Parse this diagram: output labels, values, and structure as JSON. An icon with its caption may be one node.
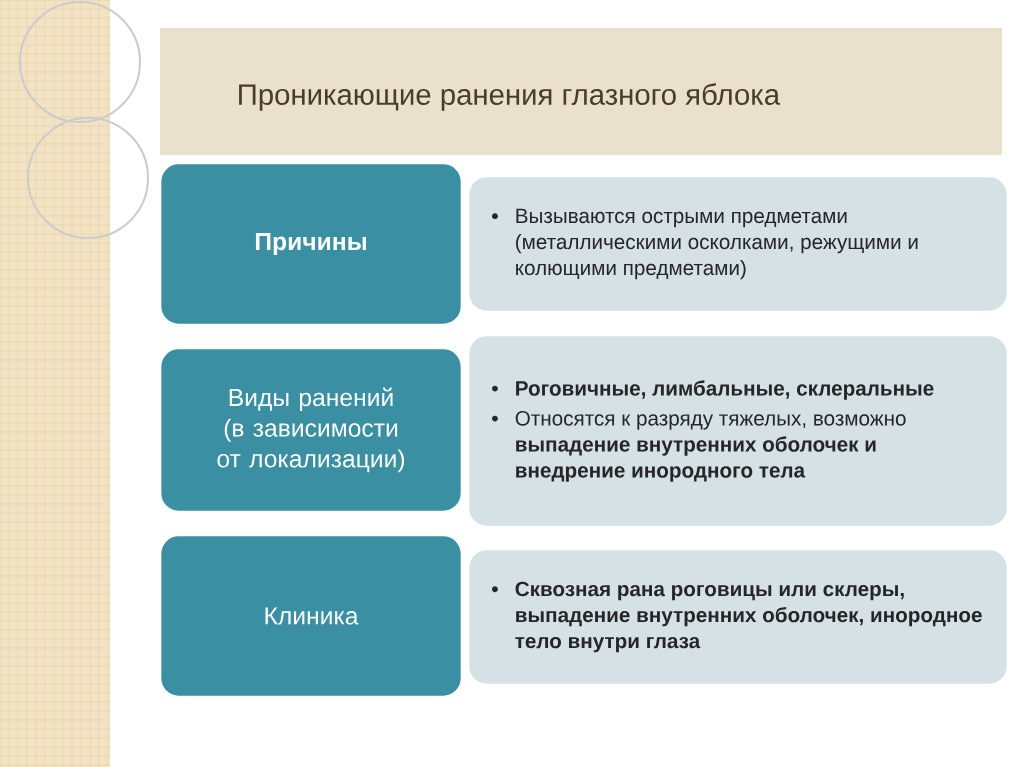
{
  "diagram": {
    "title": "Проникающие ранения глазного яблока",
    "nodes": [
      {
        "text": [
          "Причины"
        ]
      },
      {
        "text": [
          "Вызываются острыми предметами (металлическими осколками, режущими и колющими предметами)"
        ]
      },
      {
        "text": [
          "Виды ранений (в зависимости от локализации)"
        ]
      },
      {
        "text": [
          "Роговичные,  лимбальные, склеральные",
          "Относятся к разряду тяжелых, возможно **выпадение внутренних оболочек и внедрение инородного тела**"
        ]
      },
      {
        "text": [
          "Клиника"
        ]
      },
      {
        "text": [
          "Сквозная рана роговицы или склеры, выпадение внутренних оболочек, инородное тело внутри глаза"
        ]
      }
    ]
  }
}
